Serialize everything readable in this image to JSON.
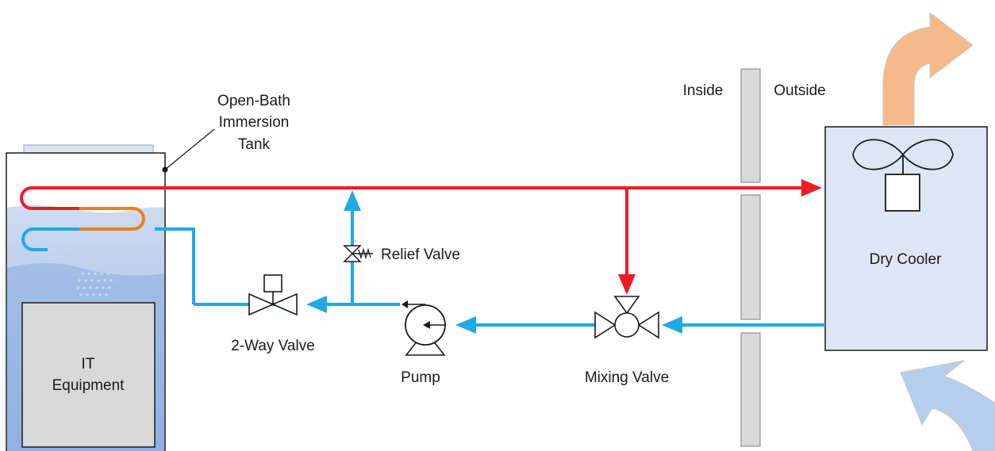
{
  "tank": {
    "label_line1": "Open-Bath",
    "label_line2": "Immersion",
    "label_line3": "Tank"
  },
  "it_equipment": {
    "line1": "IT",
    "line2": "Equipment"
  },
  "components": {
    "two_way_valve": "2-Way Valve",
    "relief_valve": "Relief Valve",
    "pump": "Pump",
    "mixing_valve": "Mixing Valve",
    "dry_cooler": "Dry Cooler"
  },
  "wall": {
    "inside": "Inside",
    "outside": "Outside"
  },
  "colors": {
    "supply_hot": "#ee1c24",
    "return_cool": "#1fa9e6",
    "intermediate": "#e8821e",
    "tank_fluid": "#7ea6de",
    "tank_fluid_light": "#dbe6f6",
    "exhaust_air": "#f6b98a",
    "intake_air": "#b7cdec",
    "cooler_fill": "#dde6f4",
    "wall_fill": "#d9d9d9"
  }
}
